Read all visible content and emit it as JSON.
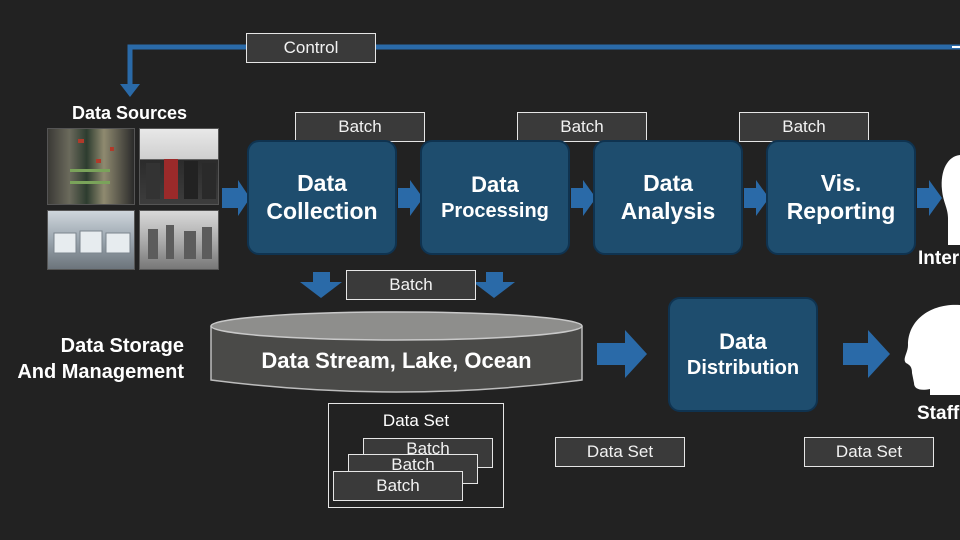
{
  "control_label": "Control",
  "data_sources_label": "Data Sources",
  "stages": [
    {
      "line1": "Data",
      "line2": "Collection"
    },
    {
      "line1": "Data",
      "line2": "Processing"
    },
    {
      "line1": "Data",
      "line2": "Analysis"
    },
    {
      "line1": "Vis.",
      "line2": "Reporting"
    }
  ],
  "batch_label": "Batch",
  "storage_label_line1": "Data Storage",
  "storage_label_line2": "And Management",
  "storage_text": "Data Stream, Lake, Ocean",
  "data_set_label": "Data Set",
  "distribution": {
    "line1": "Data",
    "line2": "Distribution"
  },
  "consumers": {
    "top": "Inter",
    "bottom": "Staff"
  },
  "colors": {
    "background": "#222222",
    "stage_fill": "#1e4d6e",
    "arrow": "#2a6aa8",
    "tag_fill": "#3a3a3a"
  }
}
